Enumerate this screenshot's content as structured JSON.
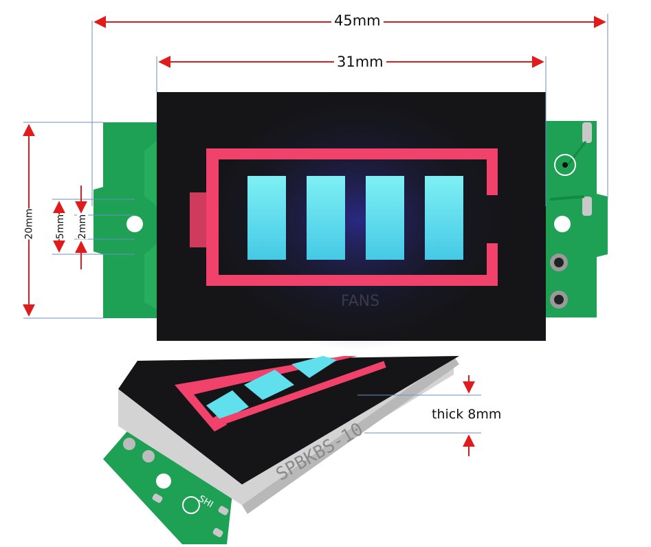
{
  "dimensions": {
    "total_width": "45mm",
    "display_width": "31mm",
    "height": "20mm",
    "hole_span": "5mm",
    "hole_diameter": "2mm",
    "thickness": "thick 8mm"
  },
  "module": {
    "model": "SPBKBS-10",
    "watermark": "FANS",
    "pcb_label": "SHI",
    "bar_count": 4,
    "colors": {
      "pcb": "#1fa356",
      "display": "#151518",
      "frame": "#f0426a",
      "bars": "#5fe0ec",
      "dimension_lines": "#e01b1b"
    }
  }
}
